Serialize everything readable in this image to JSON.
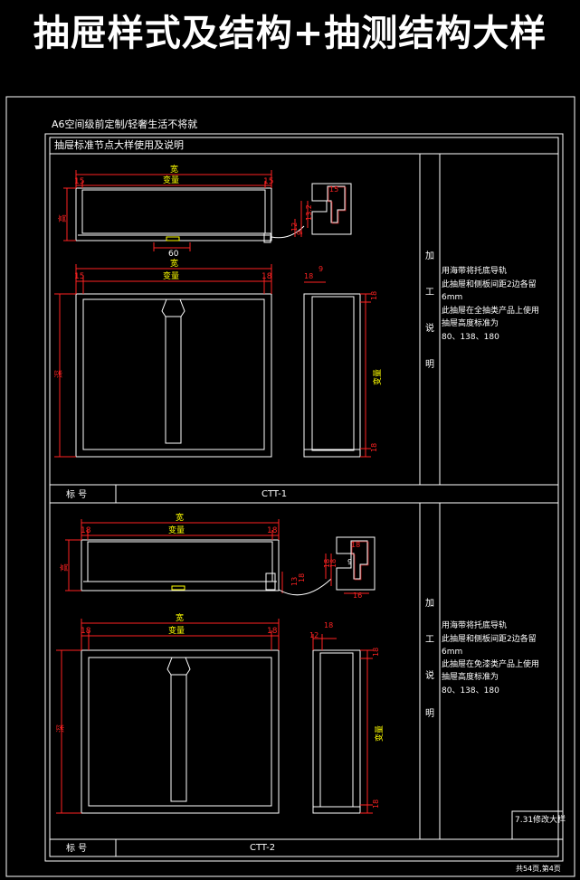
{
  "title": "抽屉样式及结构+抽测结构大样",
  "header_note": "A6空间级前定制/轻奢生活不将就",
  "table_heading": "抽屉标准节点大样使用及说明",
  "sections": [
    {
      "code_label": "标 号",
      "code": "CTT-1",
      "side_label": [
        "加",
        "工",
        "说",
        "明"
      ],
      "notes": [
        "用海带将托底导轨",
        "此抽屉和侧板间距2边各留",
        "6mm",
        "此抽屉在全抽类产品上使用",
        "抽屉高度标准为",
        "80、138、180"
      ],
      "dims": {
        "width": "宽",
        "var": "变量",
        "height": "高",
        "depth": "深",
        "n15": "15",
        "n18": "18",
        "n60": "60",
        "n13_2": "13.2",
        "n9": "9",
        "n12": "12",
        "n13": "13"
      }
    },
    {
      "code_label": "标 号",
      "code": "CTT-2",
      "side_label": [
        "加",
        "工",
        "说",
        "明"
      ],
      "notes": [
        "用海带将托底导轨",
        "此抽屉和侧板间距2边各留",
        "6mm",
        "此抽屉在免漆类产品上使用",
        "抽屉高度标准为",
        "80、138、180"
      ],
      "dims": {
        "width": "宽",
        "var": "变量",
        "height": "高",
        "depth": "深",
        "n18": "18",
        "n13": "13",
        "n9": "9",
        "n16": "16",
        "n12": "12"
      }
    }
  ],
  "revision_note": "7.31修改大样",
  "page_info": "共54页,第4页",
  "colors": {
    "bg": "#000000",
    "line": "#ffffff",
    "dim": "#ff2a2a",
    "accent": "#ffff00"
  }
}
